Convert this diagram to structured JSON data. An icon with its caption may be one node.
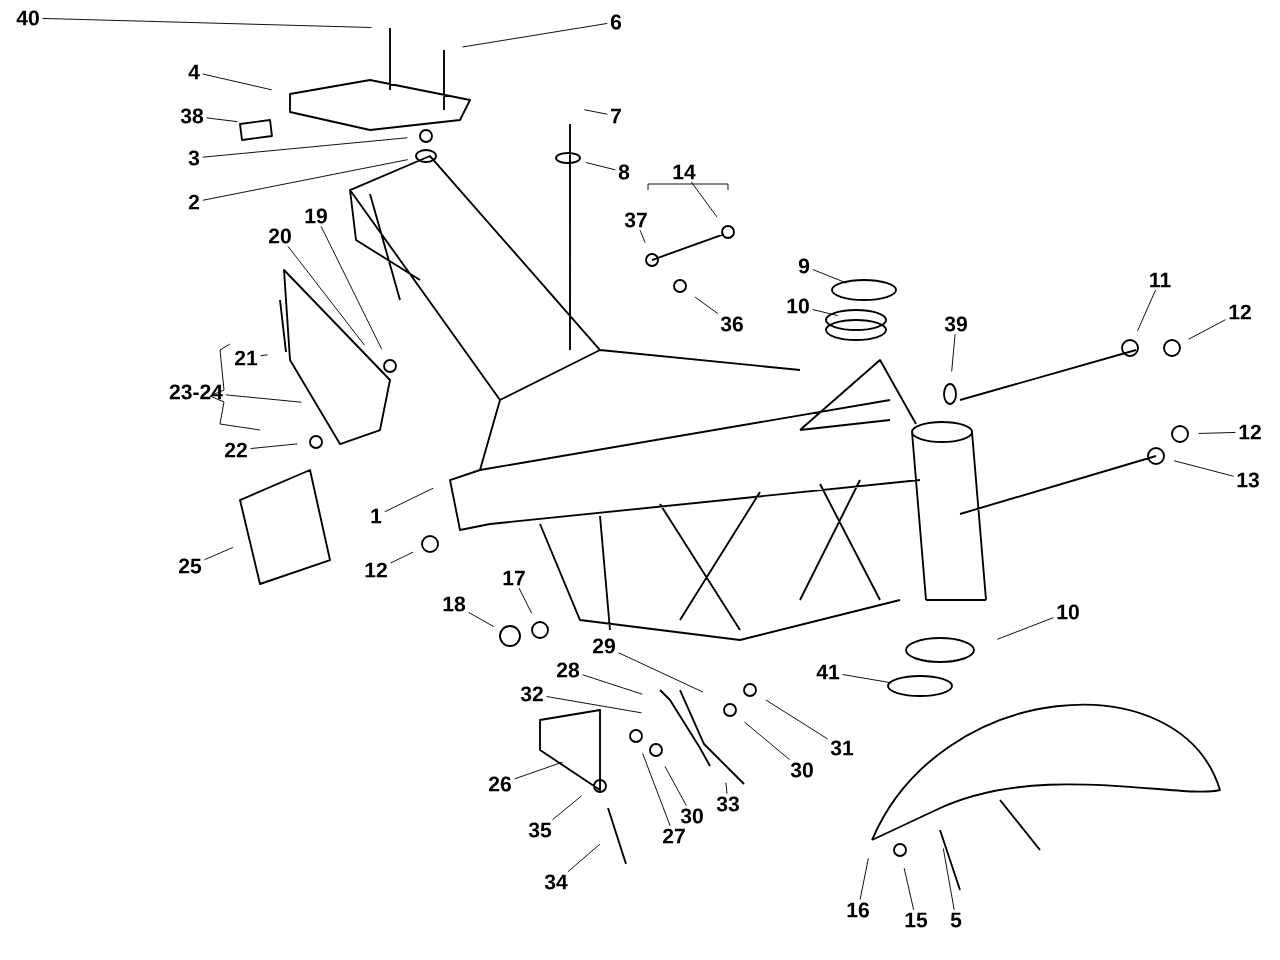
{
  "diagram": {
    "nodes": [
      {
        "text": [
          "40"
        ]
      },
      {
        "text": [
          "6"
        ]
      },
      {
        "text": [
          "4"
        ]
      },
      {
        "text": [
          "38"
        ]
      },
      {
        "text": [
          "3"
        ]
      },
      {
        "text": [
          "2"
        ]
      },
      {
        "text": [
          "7"
        ]
      },
      {
        "text": [
          "8"
        ]
      },
      {
        "text": [
          "14"
        ]
      },
      {
        "text": [
          "37"
        ]
      },
      {
        "text": [
          "19"
        ]
      },
      {
        "text": [
          "20"
        ]
      },
      {
        "text": [
          "9"
        ]
      },
      {
        "text": [
          "10"
        ]
      },
      {
        "text": [
          "11"
        ]
      },
      {
        "text": [
          "12"
        ]
      },
      {
        "text": [
          "36"
        ]
      },
      {
        "text": [
          "39"
        ]
      },
      {
        "text": [
          "21"
        ]
      },
      {
        "text": [
          "23-24"
        ]
      },
      {
        "text": [
          "12"
        ]
      },
      {
        "text": [
          "22"
        ]
      },
      {
        "text": [
          "13"
        ]
      },
      {
        "text": [
          "1"
        ]
      },
      {
        "text": [
          "25"
        ]
      },
      {
        "text": [
          "12"
        ]
      },
      {
        "text": [
          "17"
        ]
      },
      {
        "text": [
          "18"
        ]
      },
      {
        "text": [
          "10"
        ]
      },
      {
        "text": [
          "29"
        ]
      },
      {
        "text": [
          "28"
        ]
      },
      {
        "text": [
          "41"
        ]
      },
      {
        "text": [
          "32"
        ]
      },
      {
        "text": [
          "31"
        ]
      },
      {
        "text": [
          "26"
        ]
      },
      {
        "text": [
          "30"
        ]
      },
      {
        "text": [
          "33"
        ]
      },
      {
        "text": [
          "30"
        ]
      },
      {
        "text": [
          "27"
        ]
      },
      {
        "text": [
          "35"
        ]
      },
      {
        "text": [
          "34"
        ]
      },
      {
        "text": [
          "16"
        ]
      },
      {
        "text": [
          "15"
        ]
      },
      {
        "text": [
          "5"
        ]
      }
    ],
    "edges": [
      {
        "from": 0,
        "to": null,
        "arrow": "none"
      },
      {
        "from": 1,
        "to": null,
        "arrow": "none"
      },
      {
        "from": 2,
        "to": null,
        "arrow": "none"
      },
      {
        "from": 3,
        "to": null,
        "arrow": "none"
      },
      {
        "from": 4,
        "to": null,
        "arrow": "none"
      },
      {
        "from": 5,
        "to": null,
        "arrow": "none"
      },
      {
        "from": 6,
        "to": null,
        "arrow": "none"
      },
      {
        "from": 7,
        "to": null,
        "arrow": "none"
      },
      {
        "from": 8,
        "to": null,
        "arrow": "none"
      },
      {
        "from": 9,
        "to": null,
        "arrow": "none"
      },
      {
        "from": 10,
        "to": null,
        "arrow": "none"
      },
      {
        "from": 11,
        "to": null,
        "arrow": "none"
      },
      {
        "from": 12,
        "to": null,
        "arrow": "none"
      },
      {
        "from": 13,
        "to": null,
        "arrow": "none"
      },
      {
        "from": 14,
        "to": null,
        "arrow": "none"
      },
      {
        "from": 15,
        "to": null,
        "arrow": "none"
      },
      {
        "from": 16,
        "to": null,
        "arrow": "none"
      },
      {
        "from": 17,
        "to": null,
        "arrow": "none"
      },
      {
        "from": 18,
        "to": null,
        "arrow": "none"
      },
      {
        "from": 19,
        "to": null,
        "arrow": "none"
      },
      {
        "from": 20,
        "to": null,
        "arrow": "none"
      },
      {
        "from": 21,
        "to": null,
        "arrow": "none"
      },
      {
        "from": 22,
        "to": null,
        "arrow": "none"
      },
      {
        "from": 23,
        "to": null,
        "arrow": "none"
      },
      {
        "from": 24,
        "to": null,
        "arrow": "none"
      },
      {
        "from": 25,
        "to": null,
        "arrow": "none"
      },
      {
        "from": 26,
        "to": null,
        "arrow": "none"
      },
      {
        "from": 27,
        "to": null,
        "arrow": "none"
      },
      {
        "from": 28,
        "to": null,
        "arrow": "none"
      },
      {
        "from": 29,
        "to": null,
        "arrow": "none"
      },
      {
        "from": 30,
        "to": null,
        "arrow": "none"
      },
      {
        "from": 31,
        "to": null,
        "arrow": "none"
      },
      {
        "from": 32,
        "to": null,
        "arrow": "none"
      },
      {
        "from": 33,
        "to": null,
        "arrow": "none"
      },
      {
        "from": 34,
        "to": null,
        "arrow": "none"
      },
      {
        "from": 35,
        "to": null,
        "arrow": "none"
      },
      {
        "from": 36,
        "to": null,
        "arrow": "none"
      },
      {
        "from": 37,
        "to": null,
        "arrow": "none"
      },
      {
        "from": 38,
        "to": null,
        "arrow": "none"
      },
      {
        "from": 39,
        "to": null,
        "arrow": "none"
      },
      {
        "from": 40,
        "to": null,
        "arrow": "none"
      },
      {
        "from": 41,
        "to": null,
        "arrow": "none"
      },
      {
        "from": 42,
        "to": null,
        "arrow": "none"
      },
      {
        "from": 43,
        "to": null,
        "arrow": "none"
      }
    ]
  }
}
